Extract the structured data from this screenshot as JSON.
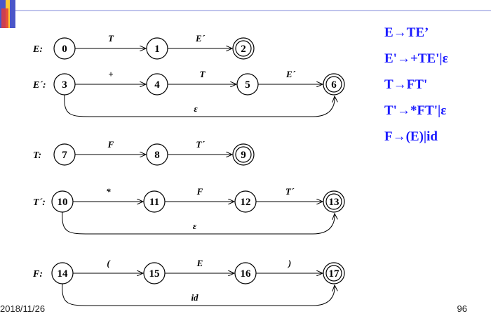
{
  "slide": {
    "date": "2018/11/26",
    "page_number": "96"
  },
  "grammar": {
    "rules": [
      "E→TE’",
      "E'→+TE'|ε",
      "T→FT'",
      "T'→*FT'|ε",
      "F→(E)|id"
    ],
    "color": "#1a1aff"
  },
  "diagrams": [
    {
      "label": "E:",
      "states": [
        {
          "id": "0",
          "final": false
        },
        {
          "id": "1",
          "final": false
        },
        {
          "id": "2",
          "final": true
        }
      ],
      "edges": [
        {
          "from": "0",
          "to": "1",
          "label": "T"
        },
        {
          "from": "1",
          "to": "2",
          "label": "E´"
        }
      ]
    },
    {
      "label": "E´:",
      "states": [
        {
          "id": "3",
          "final": false
        },
        {
          "id": "4",
          "final": false
        },
        {
          "id": "5",
          "final": false
        },
        {
          "id": "6",
          "final": true
        }
      ],
      "edges": [
        {
          "from": "3",
          "to": "4",
          "label": "+"
        },
        {
          "from": "4",
          "to": "5",
          "label": "T"
        },
        {
          "from": "5",
          "to": "6",
          "label": "E´"
        },
        {
          "from": "3",
          "to": "6",
          "label": "ε"
        }
      ]
    },
    {
      "label": "T:",
      "states": [
        {
          "id": "7",
          "final": false
        },
        {
          "id": "8",
          "final": false
        },
        {
          "id": "9",
          "final": true
        }
      ],
      "edges": [
        {
          "from": "7",
          "to": "8",
          "label": "F"
        },
        {
          "from": "8",
          "to": "9",
          "label": "T´"
        }
      ]
    },
    {
      "label": "T´:",
      "states": [
        {
          "id": "10",
          "final": false
        },
        {
          "id": "11",
          "final": false
        },
        {
          "id": "12",
          "final": false
        },
        {
          "id": "13",
          "final": true
        }
      ],
      "edges": [
        {
          "from": "10",
          "to": "11",
          "label": "*"
        },
        {
          "from": "11",
          "to": "12",
          "label": "F"
        },
        {
          "from": "12",
          "to": "13",
          "label": "T´"
        },
        {
          "from": "10",
          "to": "13",
          "label": "ε"
        }
      ]
    },
    {
      "label": "F:",
      "states": [
        {
          "id": "14",
          "final": false
        },
        {
          "id": "15",
          "final": false
        },
        {
          "id": "16",
          "final": false
        },
        {
          "id": "17",
          "final": true
        }
      ],
      "edges": [
        {
          "from": "14",
          "to": "15",
          "label": "("
        },
        {
          "from": "15",
          "to": "16",
          "label": "E"
        },
        {
          "from": "16",
          "to": "17",
          "label": ")"
        },
        {
          "from": "14",
          "to": "17",
          "label": "id"
        }
      ]
    }
  ]
}
